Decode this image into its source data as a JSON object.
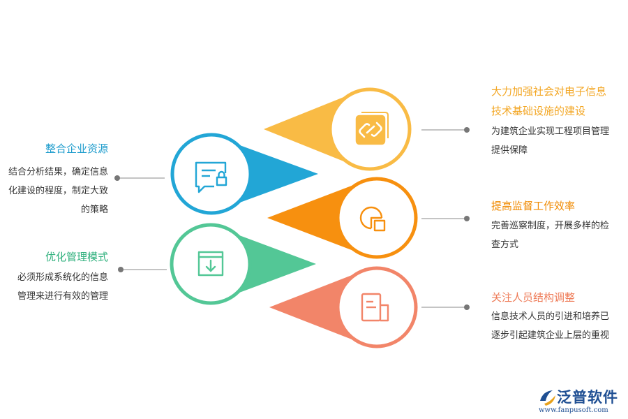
{
  "colors": {
    "blue": "#22a6d6",
    "green": "#53c796",
    "yellow": "#f9bb45",
    "orange": "#f7900f",
    "salmon": "#f28569",
    "blue_title": "#1b9bcc",
    "green_title": "#2fb07d",
    "yellow_title": "#f3a725",
    "orange_title": "#f08a00",
    "salmon_title": "#ee7a56"
  },
  "items": [
    {
      "title": "整合企业资源",
      "desc": [
        "结合分析结果，确定信息",
        "化建设的程度，制定大致",
        "的策略"
      ],
      "icon": "chat-lock-icon"
    },
    {
      "title": "优化管理模式",
      "desc": [
        "必须形成系统化的信息",
        "管理来进行有效的管理"
      ],
      "icon": "download-box-icon"
    },
    {
      "title": [
        "大力加强社会对电子信息",
        "技术基础设施的建设"
      ],
      "desc": [
        "为建筑企业实现工程项目管理",
        "提供保障"
      ],
      "icon": "link-icon"
    },
    {
      "title": "提高监督工作效率",
      "desc": [
        "完善巡察制度，开展多样的检",
        "查方式"
      ],
      "icon": "pie-chart-icon"
    },
    {
      "title": "关注人员结构调整",
      "desc": [
        "信息技术人员的引进和培养已",
        "逐步引起建筑企业上层的重视"
      ],
      "icon": "document-icon"
    }
  ],
  "logo": {
    "name": "泛普软件",
    "url": "www.fanpusoft.com"
  }
}
